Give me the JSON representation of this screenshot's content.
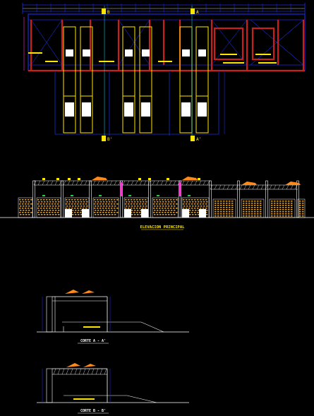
{
  "drawing": {
    "background": "#000000",
    "colors": {
      "structure": "#1a2bd6",
      "column": "#e03a1a",
      "frame_red": "#c8201a",
      "yellow": "#ffe600",
      "white": "#ffffff",
      "cyan": "#00e5ff",
      "magenta": "#ff2bd6",
      "orange": "#ff8a1a",
      "green": "#22cc44",
      "brick": "#d79a2a"
    }
  },
  "plan": {
    "section_marks": [
      "B",
      "A",
      "B'",
      "A'"
    ]
  },
  "elevation": {
    "title": "ELEVACION PRINCIPAL"
  },
  "section_a": {
    "title": "CORTE A - A'"
  },
  "section_b": {
    "title": "CORTE B - B'"
  }
}
